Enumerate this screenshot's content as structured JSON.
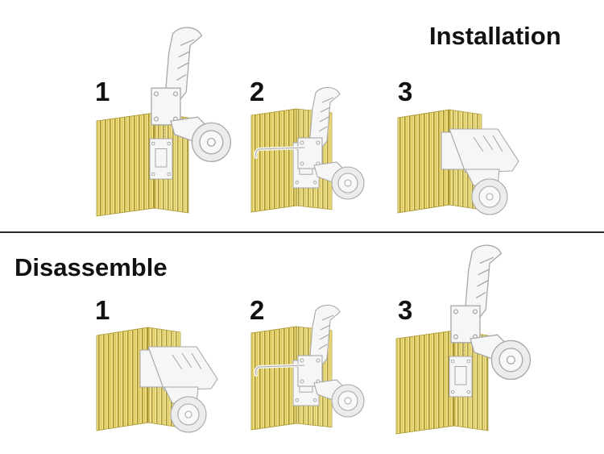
{
  "sections": {
    "installation": {
      "title": "Installation",
      "steps": [
        {
          "number": "1",
          "state": "lifted"
        },
        {
          "number": "2",
          "state": "latch"
        },
        {
          "number": "3",
          "state": "folded"
        }
      ]
    },
    "disassemble": {
      "title": "Disassemble",
      "steps": [
        {
          "number": "1",
          "state": "folded"
        },
        {
          "number": "2",
          "state": "latch"
        },
        {
          "number": "3",
          "state": "lifted"
        }
      ]
    }
  },
  "colors": {
    "panel_light": "#efe08a",
    "panel_mid": "#d8c24a",
    "panel_dark": "#a89530",
    "part_fill": "#f6f6f6",
    "part_stroke": "#a8a8a8",
    "text": "#111111",
    "divider": "#2b2b2b"
  },
  "icons": [
    "corrugated-panel",
    "caster-wheel-bracket",
    "latch-pin",
    "mounting-plate"
  ]
}
